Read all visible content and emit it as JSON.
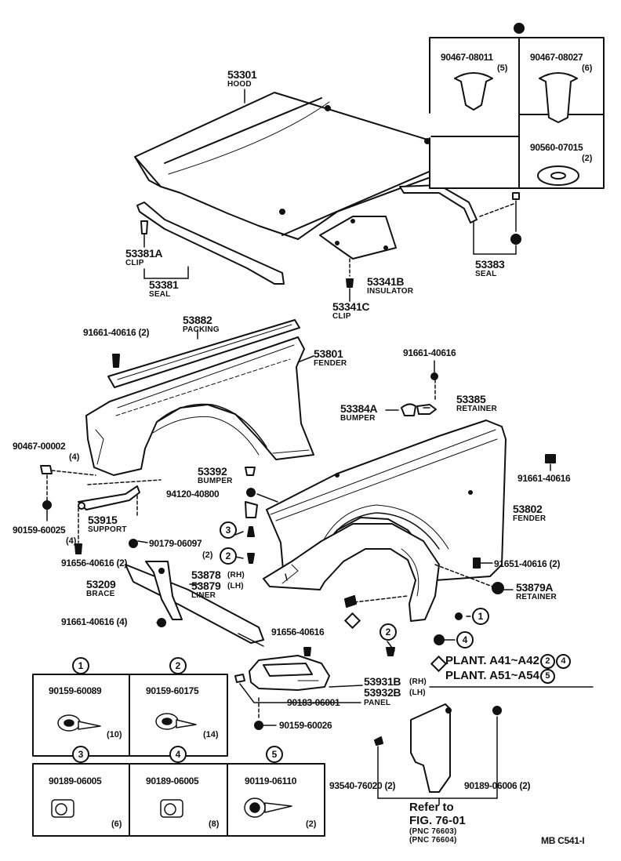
{
  "hood": {
    "pn": "53301",
    "name": "HOOD"
  },
  "clip_53381a": {
    "pn": "53381A",
    "name": "CLIP"
  },
  "seal_53381": {
    "pn": "53381",
    "name": "SEAL"
  },
  "insulator": {
    "pn": "53341B",
    "name": "INSULATOR"
  },
  "clip_53341c": {
    "pn": "53341C",
    "name": "CLIP"
  },
  "seal_53383": {
    "pn": "53383",
    "name": "SEAL"
  },
  "fastener_box": {
    "a": {
      "pn": "90467-08011",
      "qty": "(5)"
    },
    "b": {
      "pn": "90467-08027",
      "qty": "(6)"
    },
    "c": {
      "pn": "90560-07015",
      "qty": "(2)"
    }
  },
  "packing": {
    "pn": "53882",
    "name": "PACKING"
  },
  "fender_left": {
    "pn": "53801",
    "name": "FENDER"
  },
  "fender_right": {
    "pn": "53802",
    "name": "FENDER"
  },
  "bolt_a": "91661-40616 (2)",
  "bolt_b": "91661-40616",
  "bolt_c": "91661-40616",
  "bolt_d": "91661-40616 (4)",
  "bolt_e": "91651-40616 (2)",
  "bolt_f": "91656-40616 (2)",
  "bolt_g": "91656-40616",
  "retainer_53385": {
    "pn": "53385",
    "name": "RETAINER"
  },
  "bumper_53384a": {
    "pn": "53384A",
    "name": "BUMPER"
  },
  "clip_90467_00002": {
    "pn": "90467-00002",
    "qty": "(4)"
  },
  "bumper_53392": {
    "pn": "53392",
    "name": "BUMPER"
  },
  "screw_94120": "94120-40800",
  "support": {
    "pn": "53915",
    "name": "SUPPORT"
  },
  "screw_90159_60025": {
    "pn": "90159-60025",
    "qty": "(4)"
  },
  "nut_90179": "90179-06097",
  "qty_2": "(2)",
  "brace": {
    "pn": "53209",
    "name": "BRACE"
  },
  "liner": {
    "rh": "53878",
    "rh_tag": "(RH)",
    "lh": "53879",
    "lh_tag": "(LH)",
    "name": "LINER"
  },
  "retainer_53879a": {
    "pn": "53879A",
    "name": "RETAINER"
  },
  "circle": {
    "one": "1",
    "two": "2",
    "three": "3",
    "four": "4",
    "five": "5"
  },
  "plant1": {
    "text": "PLANT. A41~A42"
  },
  "plant2": {
    "text": "PLANT. A51~A54"
  },
  "panel": {
    "rh": "53931B",
    "rh_tag": "(RH)",
    "lh": "53932B",
    "lh_tag": "(LH)",
    "name": "PANEL"
  },
  "screw_90183": "90183-06001",
  "screw_90159_60026": "90159-60026",
  "grid": {
    "c1": {
      "pn": "90159-60089",
      "qty": "(10)"
    },
    "c2": {
      "pn": "90159-60175",
      "qty": "(14)"
    },
    "c3": {
      "pn": "90189-06005",
      "qty": "(6)"
    },
    "c4": {
      "pn": "90189-06005",
      "qty": "(8)"
    },
    "c5": {
      "pn": "90119-06110",
      "qty": "(2)"
    }
  },
  "mudflap": {
    "left": "93540-76020 (2)",
    "right": "90189-06006 (2)",
    "refer1": "Refer to",
    "refer2": "FIG. 76-01",
    "pnc1": "(PNC 76603)",
    "pnc2": "(PNC 76604)"
  },
  "footer": "MB  C541-I"
}
